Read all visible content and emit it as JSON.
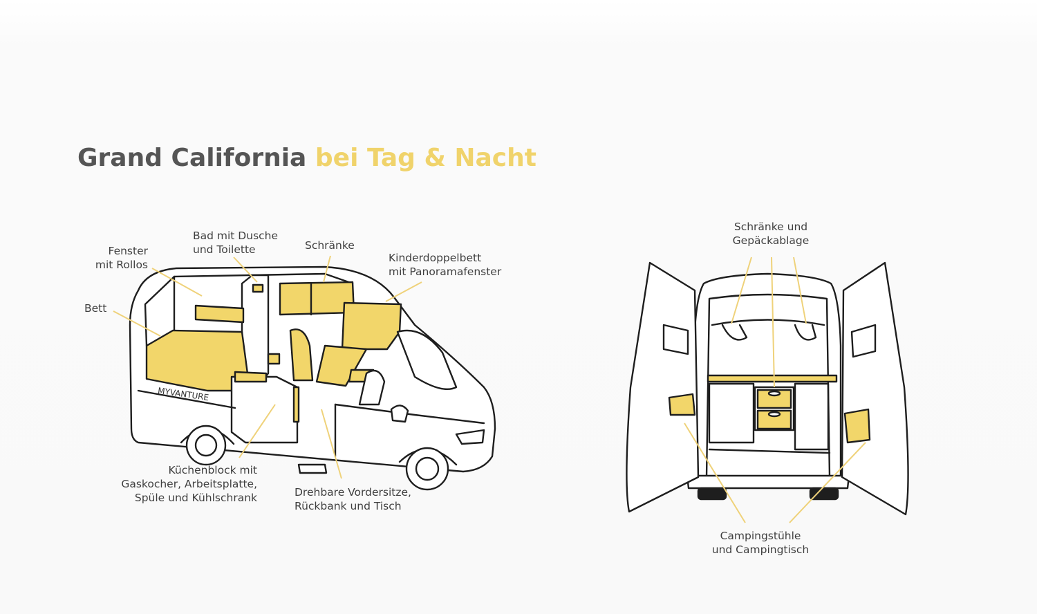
{
  "page": {
    "title_main": "Grand California",
    "title_accent": "bei Tag & Nacht"
  },
  "colors": {
    "accent": "#f2d66a",
    "title_dark": "#555555",
    "leader": "#efd27a",
    "outline": "#1e1e1e"
  },
  "diagram_side": {
    "brand_text": "MYVANTURE",
    "labels": {
      "fenster": "Fenster\nmit Rollos",
      "bad": "Bad mit Dusche\nund Toilette",
      "schraenke": "Schränke",
      "kinderbett": "Kinderdoppelbett\nmit Panoramafenster",
      "bett": "Bett",
      "kueche": "Küchenblock mit\nGaskocher, Arbeitsplatte,\nSpüle und Kühlschrank",
      "sitze": "Drehbare Vordersitze,\nRückbank und Tisch"
    }
  },
  "diagram_rear": {
    "labels": {
      "schraenke_gepaeck": "Schränke und\nGepäckablage",
      "camping": "Campingstühle\nund Campingtisch"
    }
  }
}
